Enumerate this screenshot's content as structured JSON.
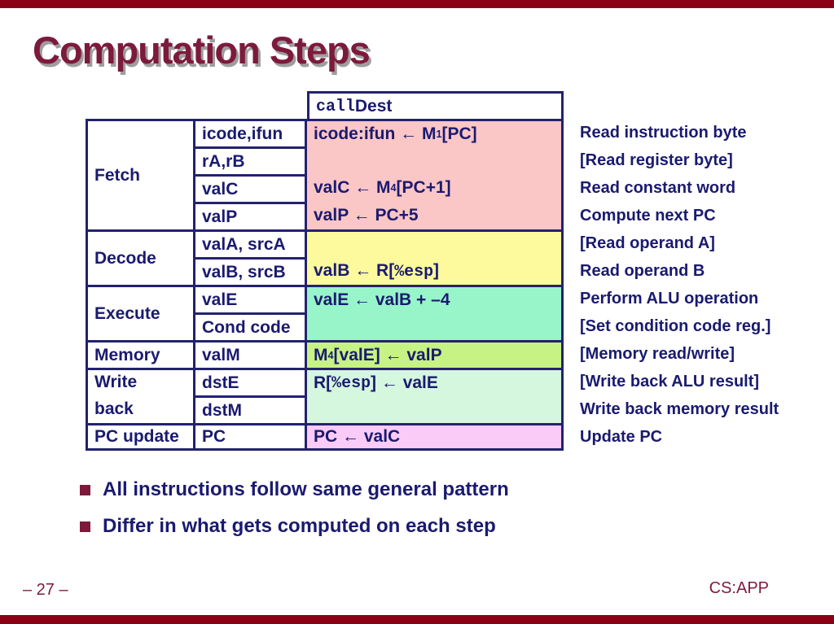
{
  "slide": {
    "title": "Computation Steps",
    "footer_left": "– 27 –",
    "footer_right": "CS:APP",
    "bullets": [
      "All instructions follow same general pattern",
      "Differ in what gets computed on each step"
    ]
  },
  "colors": {
    "title_maroon": "#7d1a3c",
    "text_navy": "#1a1a70",
    "border_navy": "#222270",
    "bar_red": "#8b0015",
    "fetch_pink": "#fbc6c6",
    "decode_yellow": "#fcfa9c",
    "execute_aqua": "#97f5c9",
    "memory_green": "#c6f383",
    "writeback_mint": "#d5f7dd",
    "pcupdate_pink": "#fbcbf8"
  },
  "table": {
    "header": {
      "comp": [
        {
          "m": "call"
        },
        {
          "t": " Dest"
        }
      ]
    },
    "stages": [
      {
        "lines": [
          "Fetch"
        ]
      },
      {
        "lines": [
          "Decode"
        ]
      },
      {
        "lines": [
          "Execute"
        ]
      },
      {
        "lines": [
          "Memory"
        ]
      },
      {
        "lines": [
          "Write",
          "back"
        ]
      },
      {
        "lines": [
          "PC update"
        ]
      }
    ],
    "rows": [
      {
        "field": "icode,ifun",
        "comp": [
          {
            "t": "icode:ifun ← M"
          },
          {
            "s": "1"
          },
          {
            "t": "[PC]"
          }
        ],
        "note": "Read instruction byte"
      },
      {
        "field": "rA,rB",
        "comp": [],
        "note": "[Read register byte]"
      },
      {
        "field": "valC",
        "comp": [
          {
            "t": "valC ← M"
          },
          {
            "s": "4"
          },
          {
            "t": "[PC+1]"
          }
        ],
        "note": "Read constant word"
      },
      {
        "field": "valP",
        "comp": [
          {
            "t": "valP ← PC+5"
          }
        ],
        "note": "Compute next PC"
      },
      {
        "field": "valA, srcA",
        "comp": [],
        "note": "[Read operand A]"
      },
      {
        "field": "valB, srcB",
        "comp": [
          {
            "t": "valB ← R["
          },
          {
            "m": "%esp"
          },
          {
            "t": "]"
          }
        ],
        "note": "Read operand B"
      },
      {
        "field": "valE",
        "comp": [
          {
            "t": "valE ← valB + –4"
          }
        ],
        "note": "Perform ALU operation"
      },
      {
        "field": "Cond code",
        "comp": [],
        "note": "[Set condition code reg.]"
      },
      {
        "field": "valM",
        "comp": [
          {
            "t": "M"
          },
          {
            "s": "4"
          },
          {
            "t": "[valE] ← valP"
          }
        ],
        "note": "[Memory read/write]"
      },
      {
        "field": "dstE",
        "comp": [
          {
            "t": "R["
          },
          {
            "m": "%esp"
          },
          {
            "t": "] ← valE"
          }
        ],
        "note": "[Write back ALU result]"
      },
      {
        "field": "dstM",
        "comp": [],
        "note": "Write back memory result"
      },
      {
        "field": "PC",
        "comp": [
          {
            "t": "PC ← valC"
          }
        ],
        "note": "Update PC"
      }
    ]
  }
}
